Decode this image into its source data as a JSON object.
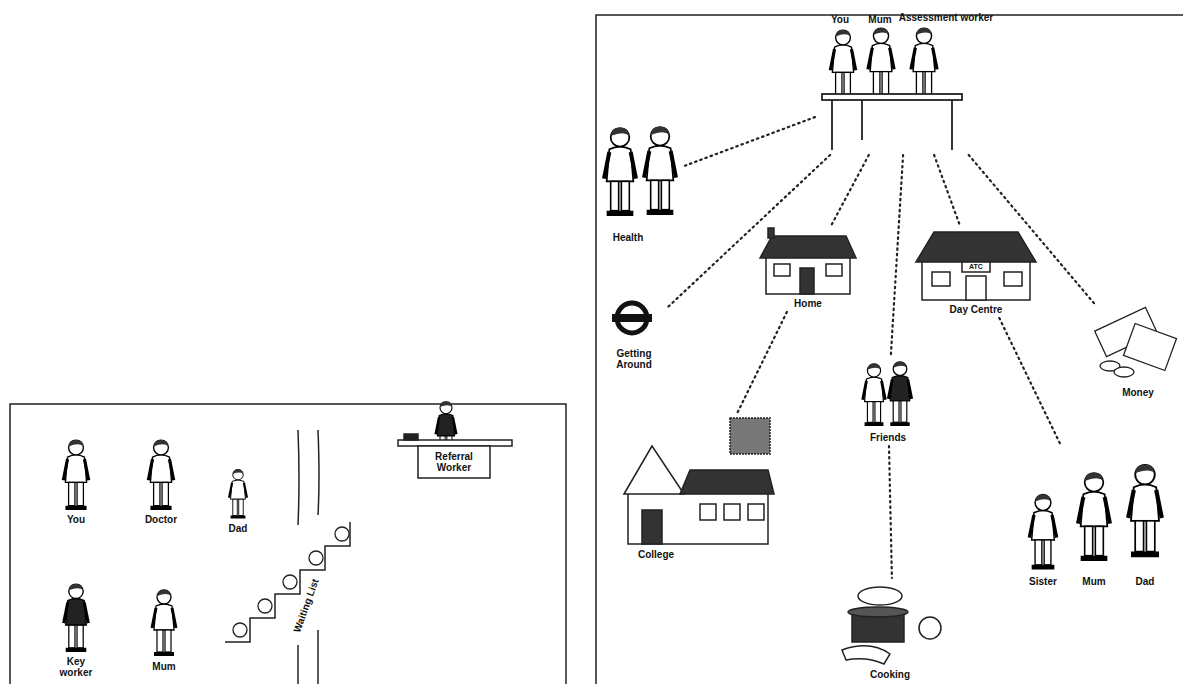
{
  "diagram": {
    "nodes": [
      {
        "text": [
          "You",
          "Mum",
          "Assessment worker"
        ]
      },
      {
        "text": [
          "Health"
        ]
      },
      {
        "text": [
          "Getting Around"
        ]
      },
      {
        "text": [
          "Home"
        ]
      },
      {
        "text": [
          "Day Centre"
        ]
      },
      {
        "text": [
          "Money"
        ]
      },
      {
        "text": [
          "Friends"
        ]
      },
      {
        "text": [
          "College"
        ]
      },
      {
        "text": [
          "Sister",
          "Mum",
          "Dad"
        ]
      },
      {
        "text": [
          "Cooking"
        ]
      }
    ],
    "edges": [
      {
        "from": 0,
        "to": 1,
        "arrow": "none"
      },
      {
        "from": 0,
        "to": 2,
        "arrow": "none"
      },
      {
        "from": 0,
        "to": 3,
        "arrow": "none"
      },
      {
        "from": 0,
        "to": 6,
        "arrow": "none"
      },
      {
        "from": 0,
        "to": 4,
        "arrow": "none"
      },
      {
        "from": 0,
        "to": 5,
        "arrow": "none"
      },
      {
        "from": 3,
        "to": 7,
        "arrow": "none"
      },
      {
        "from": 4,
        "to": 8,
        "arrow": "none"
      },
      {
        "from": 6,
        "to": 9,
        "arrow": "none"
      }
    ],
    "labels": [
      "You",
      "Doctor",
      "Dad",
      "Key worker",
      "Mum",
      "Waiting List",
      "Referral Worker",
      "ATC"
    ]
  }
}
